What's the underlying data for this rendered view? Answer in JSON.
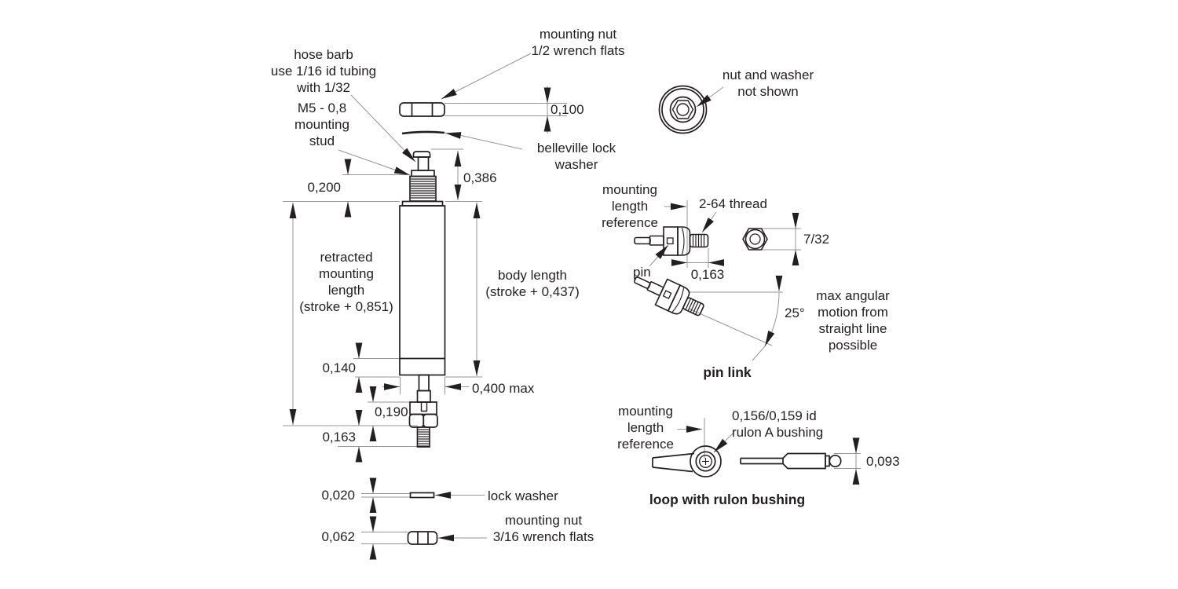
{
  "colors": {
    "ink": "#231f20",
    "dim_line": "#939598",
    "background": "#ffffff"
  },
  "top_assembly": {
    "mounting_nut": "mounting nut\n1/2 wrench flats",
    "nut_thickness": "0,100",
    "nut_washer_note": "nut and washer\nnot shown",
    "hose_barb": "hose barb\nuse 1/16 id tubing\nwith 1/32",
    "m5_stud": "M5 - 0,8\nmounting\nstud",
    "belleville": "belleville lock\nwasher",
    "stud_height": "0,386",
    "stud_exposed": "0,200"
  },
  "cylinder": {
    "retracted_length": "retracted\nmounting\nlength\n(stroke + 0,851)",
    "body_length": "body length\n(stroke + 0,437)",
    "cap_height": "0,140",
    "diameter_max": "0,400 max",
    "bumper_height": "0,190",
    "stud_length": "0,163",
    "washer_thickness": "0,020",
    "lock_washer": "lock washer",
    "nut_thickness": "0,062",
    "mounting_nut": "mounting nut\n3/16 wrench flats"
  },
  "pin_link": {
    "mounting_length_reference": "mounting\nlength\nreference",
    "thread": "2-64 thread",
    "pin": "pin",
    "thread_length": "0,163",
    "hex_size": "7/32",
    "angle": "25°",
    "angular_note": "max angular\nmotion from\nstraight line\npossible",
    "caption": "pin link"
  },
  "loop_link": {
    "mounting_length_reference": "mounting\nlength\nreference",
    "bushing": "0,156/0,159 id\nrulon A bushing",
    "height": "0,093",
    "caption": "loop with rulon bushing"
  }
}
